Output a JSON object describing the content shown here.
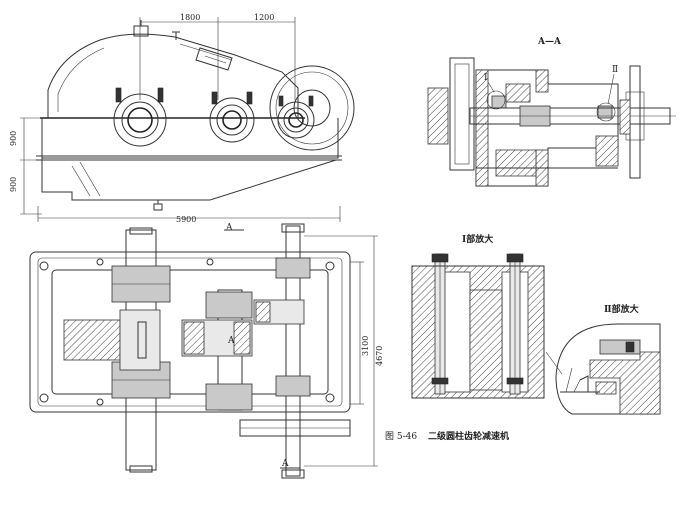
{
  "figure": {
    "caption_number": "图 5-46",
    "caption_text": "二级圆柱齿轮减速机"
  },
  "views": {
    "section_label": "A—A",
    "detail_1_marker": "Ⅰ",
    "detail_2_marker": "Ⅱ",
    "detail_1_title": "Ⅰ部放大",
    "detail_2_title": "Ⅱ部放大",
    "cut_mark_top": "A",
    "cut_mark_bottom": "A",
    "center_mark": "A"
  },
  "dimensions": {
    "top_left": "1800",
    "top_right": "1200",
    "height_upper": "900",
    "height_lower": "900",
    "total_length": "5900",
    "width_inner": "3100",
    "width_total": "4670"
  }
}
